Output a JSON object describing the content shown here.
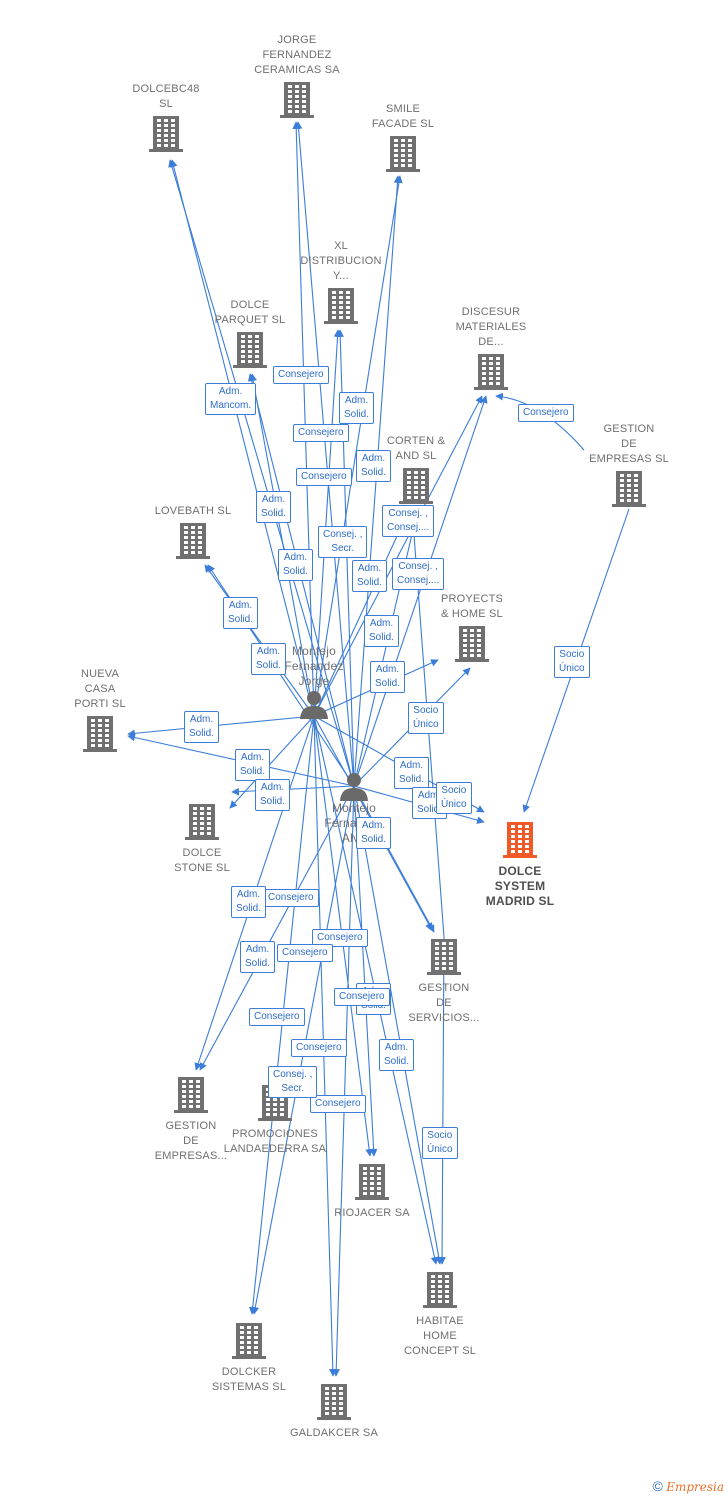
{
  "companies": [
    {
      "id": "dolcebc48",
      "label": "DOLCEBC48\nSL"
    },
    {
      "id": "jorge",
      "label": "JORGE\nFERNANDEZ\nCERAMICAS SA"
    },
    {
      "id": "smile",
      "label": "SMILE\nFACADE SL"
    },
    {
      "id": "xl",
      "label": "XL\nDISTRIBUCION\nY..."
    },
    {
      "id": "parquet",
      "label": "DOLCE\nPARQUET SL"
    },
    {
      "id": "discesur",
      "label": "DISCESUR\nMATERIALES\nDE..."
    },
    {
      "id": "gestion_empresas_r",
      "label": "GESTION\nDE\nEMPRESAS SL"
    },
    {
      "id": "corten",
      "label": "CORTEN &\nAND SL"
    },
    {
      "id": "lovebath",
      "label": "LOVEBATH SL"
    },
    {
      "id": "proyects",
      "label": "PROYECTS\n& HOME SL"
    },
    {
      "id": "nueva",
      "label": "NUEVA\nCASA\nPORTI SL"
    },
    {
      "id": "dolce_stone",
      "label": "DOLCE\nSTONE SL"
    },
    {
      "id": "main",
      "label": "DOLCE\nSYSTEM\nMADRID SL"
    },
    {
      "id": "servicios",
      "label": "GESTION\nDE\nSERVICIOS..."
    },
    {
      "id": "gestion_empresas_l",
      "label": "GESTION\nDE\nEMPRESAS..."
    },
    {
      "id": "promociones",
      "label": "PROMOCIONES\nLANDAEDERRA SA"
    },
    {
      "id": "riojacer",
      "label": "RIOJACER SA"
    },
    {
      "id": "habitae",
      "label": "HABITAE\nHOME\nCONCEPT SL"
    },
    {
      "id": "dolcker",
      "label": "DOLCKER\nSISTEMAS SL"
    },
    {
      "id": "galdakcer",
      "label": "GALDAKCER SA"
    }
  ],
  "persons": [
    {
      "id": "p1",
      "label": "Montejo\nFernandez\nJorge"
    },
    {
      "id": "p2",
      "label": "Montejo\nFernandez\nAlva"
    }
  ],
  "edge_labels": [
    "Adm.\nMancom.",
    "Consejero",
    "Adm.\nSolid.",
    "Consejero",
    "Adm.\nSolid.",
    "Consejero",
    "Consejero",
    "Adm.\nSolid.",
    "Adm.\nSolid.",
    "Consej. ,\nSecr.",
    "Consej. ,\nConsej....",
    "Adm.\nSolid.",
    "Consej. ,\nConsej....",
    "Adm.\nSolid.",
    "Adm.\nSolid.",
    "Adm.\nSolid.",
    "Adm.\nSolid.",
    "Adm.\nSolid.",
    "Socio\nÚnico",
    "Adm.\nSolid.",
    "Adm.\nSolid.",
    "Adm.\nSolid.",
    "Socio\nÚnico",
    "Adm.\nSolid.",
    "Adm.\nSolid.",
    "Consejero",
    "Consejero",
    "Adm.\nSolid.",
    "Consejero",
    "Consejero",
    "Adm.\nSolid.",
    "Consejero",
    "Consejero",
    "Adm.\nSolid.",
    "Consej. ,\nSecr.",
    "Consejero",
    "Socio\nÚnico",
    "Socio\nÚnico",
    "Adm.\nSolid."
  ],
  "footer": {
    "copyright": "©",
    "brand": "Empresia"
  },
  "colors": {
    "edge": "#3b7dd8",
    "building": "#707070",
    "main_building": "#f05a28",
    "person": "#6a6a6a"
  }
}
